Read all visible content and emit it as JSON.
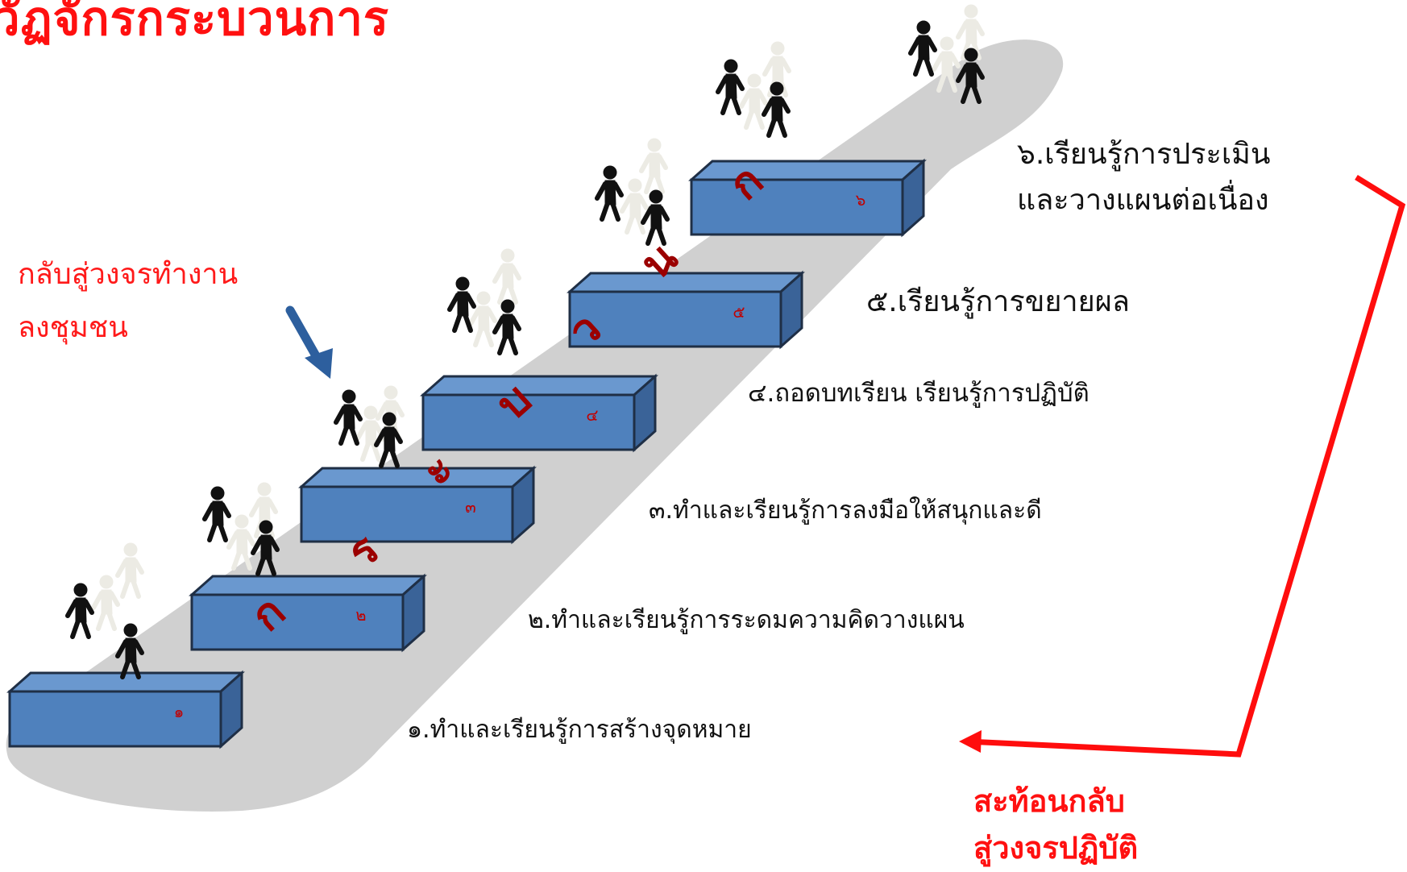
{
  "title": "วัฏจักรกระบวนการ",
  "side_note": {
    "line1": "กลับสู่วงจรทำงาน",
    "line2": "ลงชุมชน"
  },
  "steps": [
    {
      "label": "๑.ทำและเรียนรู้การสร้างจุดหมาย",
      "number": "๑"
    },
    {
      "label": "๒.ทำและเรียนรู้การระดมความคิดวางแผน",
      "number": "๒"
    },
    {
      "label": "๓.ทำและเรียนรู้การลงมือให้สนุกและดี",
      "number": "๓"
    },
    {
      "label": "๔.ถอดบทเรียน เรียนรู้การปฏิบัติ",
      "number": "๔"
    },
    {
      "label": "๕.เรียนรู้การขยายผล",
      "number": "๕"
    },
    {
      "label_line1": "๖.เรียนรู้การประเมิน",
      "label_line2": "และวางแผนต่อเนื่อง",
      "number": "๖"
    }
  ],
  "stair_letters": [
    "ก",
    "ร",
    "ะ",
    "บ",
    "ว",
    "น",
    "ก"
  ],
  "return_note": {
    "line1": "สะท้อนกลับ",
    "line2": "สู่วงจรปฏิบัติ"
  },
  "colors": {
    "title": "#ff1010",
    "accent_red": "#ff1a1a",
    "box_front": "#4f81bd",
    "box_top": "#6a98cf",
    "box_side": "#3a6398",
    "ramp": "#d0d0d0",
    "letter": "#9b0000",
    "arrow_blue": "#2d5f9e"
  },
  "icons": [
    "walking-person-icon",
    "blue-arrow-icon",
    "red-return-arrow-icon"
  ]
}
